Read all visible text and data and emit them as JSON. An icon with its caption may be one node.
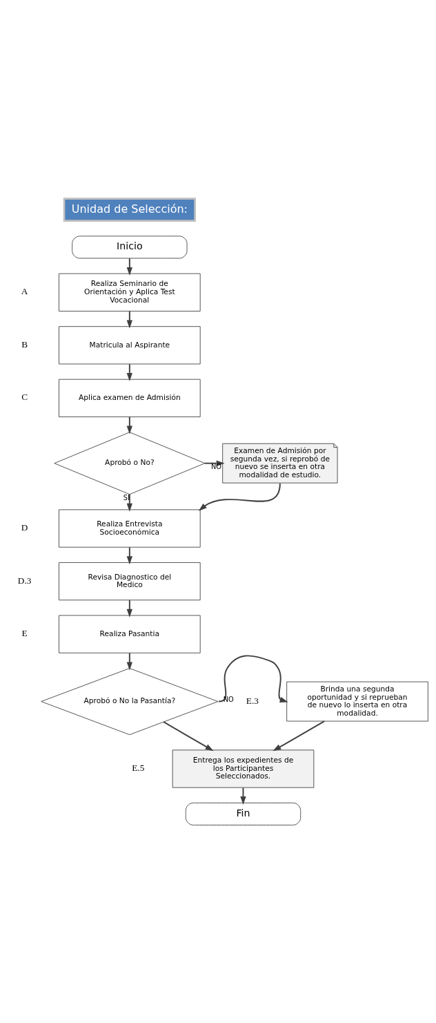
{
  "diagram": {
    "nodes": [
      {
        "text": [
          "Unidad de Selección:"
        ]
      },
      {
        "text": [
          "Inicio"
        ]
      },
      {
        "text": [
          "Realiza Seminario de Orientación y Aplica Test Vocacional"
        ],
        "beside": [
          "A"
        ]
      },
      {
        "text": [
          "Matricula al Aspirante"
        ],
        "beside": [
          "B"
        ]
      },
      {
        "text": [
          "Aplica examen de Admisión"
        ],
        "beside": [
          "C"
        ]
      },
      {
        "text": [
          "Aprobó o No?"
        ]
      },
      {
        "text": [
          "Examen de Admisión por segunda vez, si reprobó de nuevo se inserta en otra modalidad de estudio."
        ]
      },
      {
        "text": [
          "Realiza Entrevista Socioeconómica"
        ],
        "beside": [
          "D"
        ]
      },
      {
        "text": [
          "Revisa Diagnostico del Medico"
        ],
        "beside": [
          "D.3"
        ]
      },
      {
        "text": [
          "Realiza Pasantia"
        ],
        "beside": [
          "E"
        ]
      },
      {
        "text": [
          "Aprobó o No la Pasantía?"
        ]
      },
      {
        "text": [
          "Brinda una segunda oportunidad y si reprueban de nuevo lo inserta en otra modalidad."
        ],
        "beside": [
          "E.3"
        ]
      },
      {
        "text": [
          "Entrega los expedientes de los Participantes Seleccionados."
        ],
        "beside": [
          "E.5"
        ]
      },
      {
        "text": [
          "Fin"
        ]
      }
    ],
    "edges": [
      {
        "from": 1,
        "to": 2,
        "arrow": "to"
      },
      {
        "from": 2,
        "to": 3,
        "arrow": "to"
      },
      {
        "from": 3,
        "to": 4,
        "arrow": "to"
      },
      {
        "from": 4,
        "to": 5,
        "arrow": "to"
      },
      {
        "from": 5,
        "to": 6,
        "arrow": "to",
        "label": "NO"
      },
      {
        "from": 5,
        "to": 7,
        "arrow": "to",
        "label": "SI"
      },
      {
        "from": 6,
        "to": 7,
        "arrow": "to"
      },
      {
        "from": 7,
        "to": 8,
        "arrow": "to"
      },
      {
        "from": 8,
        "to": 9,
        "arrow": "to"
      },
      {
        "from": 9,
        "to": 10,
        "arrow": "to"
      },
      {
        "from": 10,
        "to": 11,
        "arrow": "to",
        "label": "NO"
      },
      {
        "from": 10,
        "to": 12,
        "arrow": "to"
      },
      {
        "from": 11,
        "to": 12,
        "arrow": "to"
      },
      {
        "from": 12,
        "to": 13,
        "arrow": "to"
      }
    ]
  }
}
